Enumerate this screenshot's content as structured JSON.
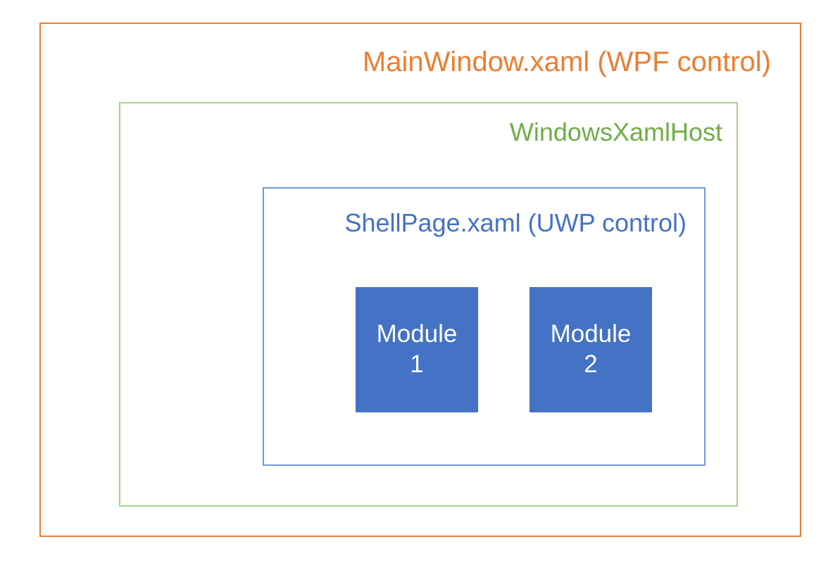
{
  "diagram": {
    "type": "nested-container-diagram",
    "background": "#ffffff",
    "layers": {
      "outer": {
        "label": "MainWindow.xaml (WPF control)",
        "border_color": "#ED7D31",
        "text_color": "#ED7D31",
        "fill": "#ffffff"
      },
      "host": {
        "label": "WindowsXamlHost",
        "border_color": "#A9D18E",
        "text_color": "#70AD47",
        "fill": "#ffffff"
      },
      "shell": {
        "label": "ShellPage.xaml (UWP control)",
        "border_color": "#6E9BD5",
        "text_color": "#4472C4",
        "fill": "#ffffff"
      }
    },
    "modules": [
      {
        "name": "Module 1",
        "line1": "Module",
        "line2": "1",
        "fill": "#4472C4",
        "text_color": "#ffffff"
      },
      {
        "name": "Module 2",
        "line1": "Module",
        "line2": "2",
        "fill": "#4472C4",
        "text_color": "#ffffff"
      }
    ]
  }
}
